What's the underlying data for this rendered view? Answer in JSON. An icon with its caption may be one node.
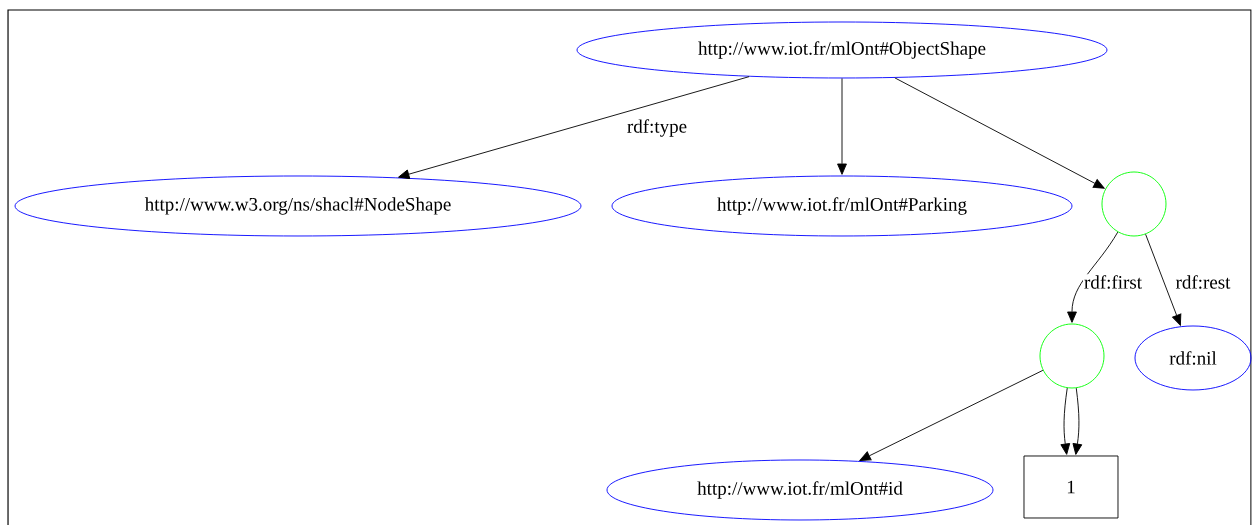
{
  "diagram": {
    "nodes": [
      {
        "text": [
          "http://www.iot.fr/mlOnt#ObjectShape"
        ]
      },
      {
        "text": [
          "http://www.w3.org/ns/shacl#NodeShape"
        ]
      },
      {
        "text": [
          "http://www.iot.fr/mlOnt#Parking"
        ]
      },
      {
        "text": [],
        "shape": "circle"
      },
      {
        "text": [],
        "shape": "circle"
      },
      {
        "text": [
          "rdf:nil"
        ]
      },
      {
        "text": [
          "http://www.iot.fr/mlOnt#id"
        ]
      },
      {
        "text": [
          "1"
        ]
      }
    ],
    "edges": [
      {
        "from": 0,
        "to": 1,
        "arrow": "to",
        "label": "rdf:type"
      },
      {
        "from": 0,
        "to": 2,
        "arrow": "to"
      },
      {
        "from": 0,
        "to": 3,
        "arrow": "to"
      },
      {
        "from": 3,
        "to": 4,
        "arrow": "to",
        "label": "rdf:first"
      },
      {
        "from": 3,
        "to": 5,
        "arrow": "to",
        "label": "rdf:rest"
      },
      {
        "from": 4,
        "to": 6,
        "arrow": "to"
      },
      {
        "from": 4,
        "to": 7,
        "arrow": "to"
      },
      {
        "from": 4,
        "to": 7,
        "arrow": "to"
      }
    ]
  }
}
